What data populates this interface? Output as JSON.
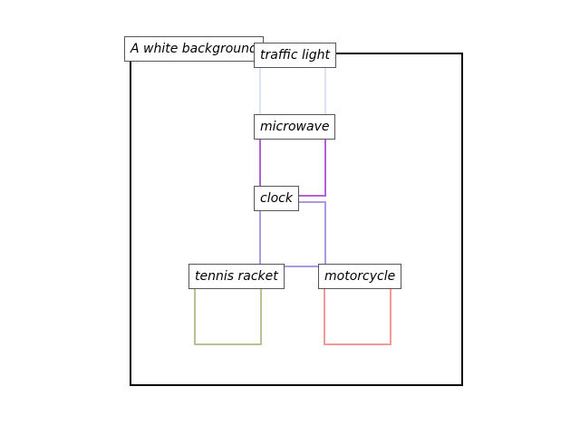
{
  "canvas": {
    "caption": "A white background",
    "frame_color": "#000000"
  },
  "objects": [
    {
      "id": "traffic-light",
      "label": "traffic light",
      "color": "#dce4f4"
    },
    {
      "id": "microwave",
      "label": "microwave",
      "color": "#b35fd6"
    },
    {
      "id": "clock",
      "label": "clock",
      "color": "#a99ae2"
    },
    {
      "id": "tennis-racket",
      "label": "tennis racket",
      "color": "#bcbf91"
    },
    {
      "id": "motorcycle",
      "label": "motorcycle",
      "color": "#f2999c"
    }
  ]
}
